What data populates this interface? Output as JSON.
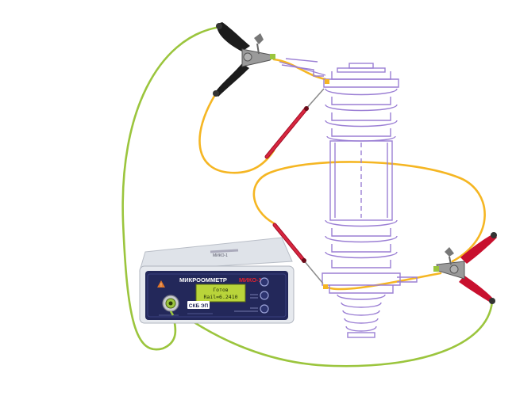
{
  "device": {
    "title_main": "МИКРООММЕТР",
    "title_model": "МИКО-1",
    "lcd_line1": "Готов",
    "lcd_line2": "Rail=6.2410",
    "brand": "СКБ ЭП",
    "top_label": "МИКО-1"
  },
  "colors": {
    "green_cable": "#9bc53d",
    "yellow_cable": "#f5b623",
    "red_probe": "#c8102e",
    "black_clamp": "#1c1c1c",
    "insulator": "#9b7fd4",
    "device_body": "#e6e9ee",
    "panel": "#23285a",
    "lcd": "#b9d43a"
  }
}
